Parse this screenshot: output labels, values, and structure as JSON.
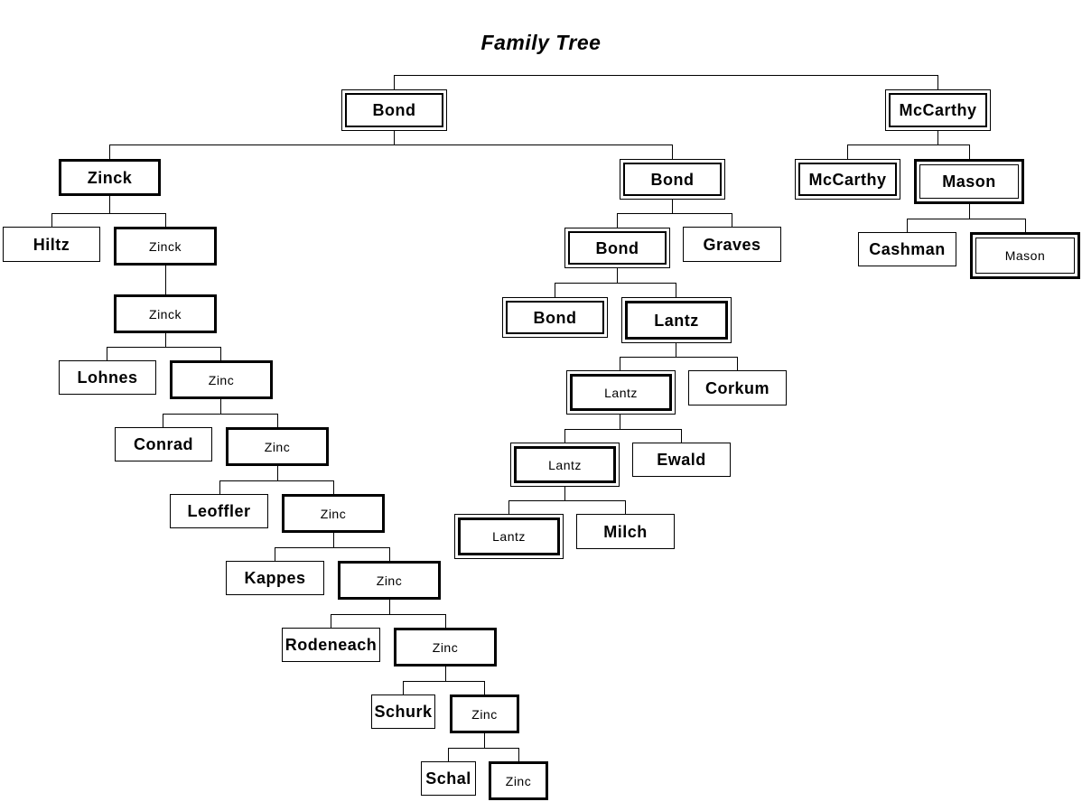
{
  "title": "Family Tree",
  "nodes": {
    "bond_root": "Bond",
    "mccarthy_root": "McCarthy",
    "zinck1": "Zinck",
    "bond2": "Bond",
    "mccarthy2": "McCarthy",
    "mason1": "Mason",
    "hiltz": "Hiltz",
    "zinck2": "Zinck",
    "bond3": "Bond",
    "graves": "Graves",
    "cashman": "Cashman",
    "mason2": "Mason",
    "zinck3": "Zinck",
    "bond4": "Bond",
    "lantz1": "Lantz",
    "lohnes": "Lohnes",
    "zinc1": "Zinc",
    "lantz2": "Lantz",
    "corkum": "Corkum",
    "conrad": "Conrad",
    "zinc2": "Zinc",
    "lantz3": "Lantz",
    "ewald": "Ewald",
    "leoffler": "Leoffler",
    "zinc3": "Zinc",
    "lantz4": "Lantz",
    "milch": "Milch",
    "kappes": "Kappes",
    "zinc4": "Zinc",
    "rodeneach": "Rodeneach",
    "zinc5": "Zinc",
    "schurk": "Schurk",
    "zinc6": "Zinc",
    "schal": "Schal",
    "zinc7": "Zinc"
  }
}
